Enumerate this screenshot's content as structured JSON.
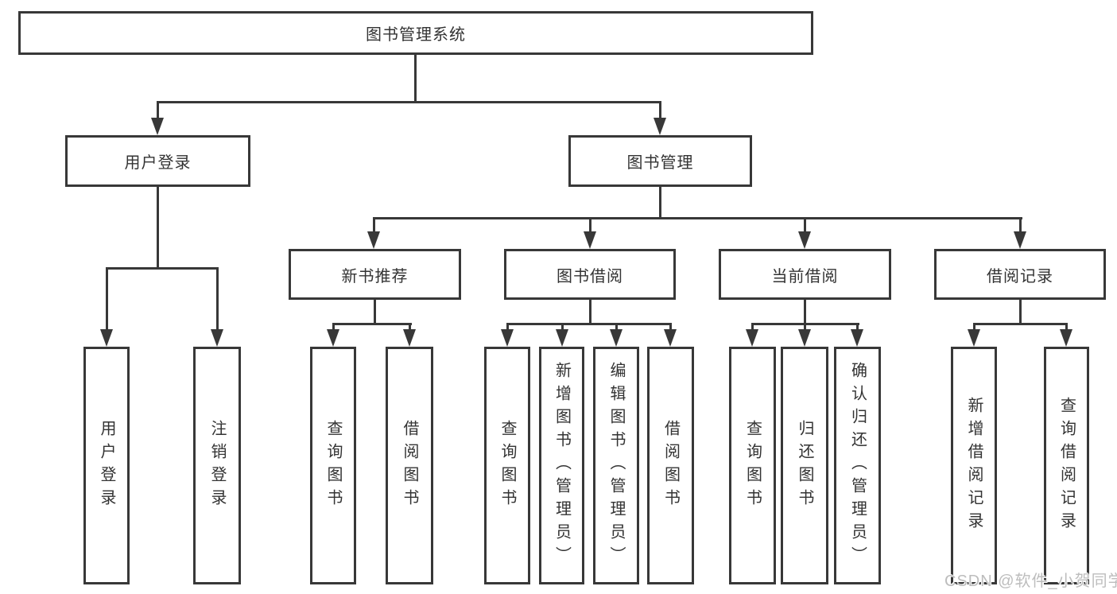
{
  "colors": {
    "line": "#383838",
    "node_text": "#333333",
    "node_bg": "#ffffff",
    "page_bg": "#ffffff",
    "watermark": "#bdbdbd"
  },
  "tree": {
    "label": "图书管理系统",
    "children": [
      {
        "label": "用户登录",
        "children": [
          {
            "label": "用户登录"
          },
          {
            "label": "注销登录"
          }
        ]
      },
      {
        "label": "图书管理",
        "children": [
          {
            "label": "新书推荐",
            "children": [
              {
                "label": "查询图书"
              },
              {
                "label": "借阅图书"
              }
            ]
          },
          {
            "label": "图书借阅",
            "children": [
              {
                "label": "查询图书"
              },
              {
                "label": "新增图书（管理员）"
              },
              {
                "label": "编辑图书（管理员）"
              },
              {
                "label": "借阅图书"
              }
            ]
          },
          {
            "label": "当前借阅",
            "children": [
              {
                "label": "查询图书"
              },
              {
                "label": "归还图书"
              },
              {
                "label": "确认归还（管理员）"
              }
            ]
          },
          {
            "label": "借阅记录",
            "children": [
              {
                "label": "新增借阅记录"
              },
              {
                "label": "查询借阅记录"
              }
            ]
          }
        ]
      }
    ]
  },
  "watermark": {
    "text": "CSDN @软件_小贺同学"
  }
}
